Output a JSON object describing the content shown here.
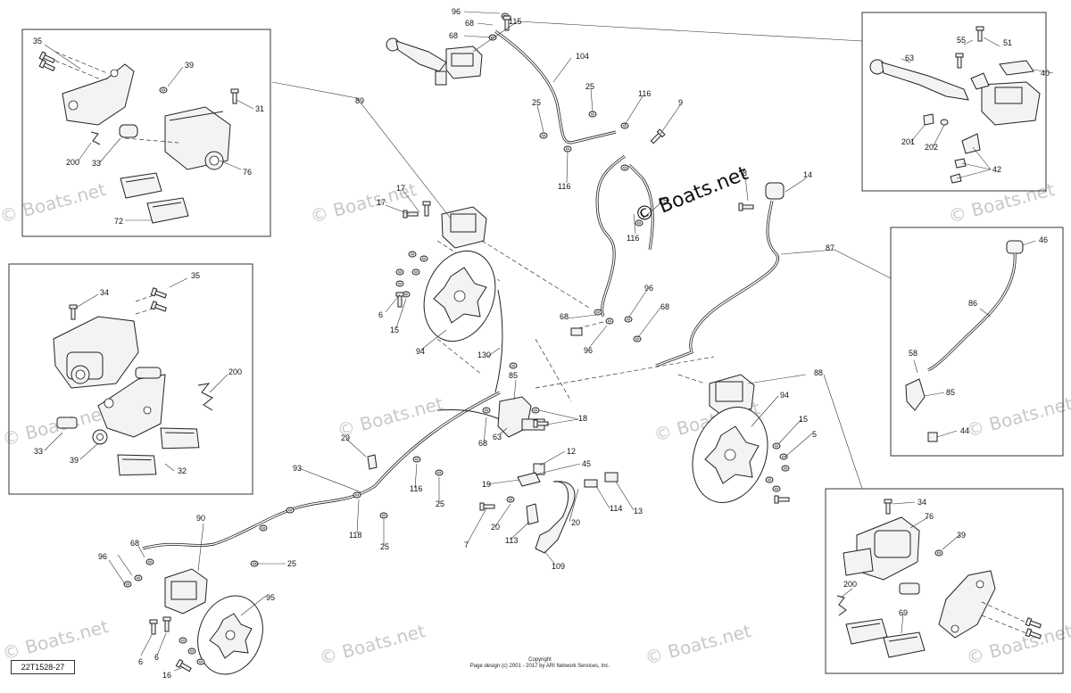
{
  "diagram": {
    "code": "22T1528-27",
    "copyright_line1": "Copyright",
    "copyright_line2": "Page design (c) 2001 - 2017 by ARI Network Services, Inc.",
    "watermark": "© Boats.net",
    "callouts": {
      "c96a": "96",
      "c68a": "68",
      "c68b": "68",
      "c115": "115",
      "c104": "104",
      "c25a": "25",
      "c25b": "25",
      "c116a": "116",
      "c116b": "116",
      "c9": "9",
      "c25c": "25",
      "c116c": "116",
      "c8": "8",
      "c14": "14",
      "c87": "87",
      "c96b": "96",
      "c68c": "68",
      "c68d": "68",
      "c96c": "96",
      "c89": "89",
      "c17a": "17",
      "c17b": "17",
      "c6a": "6",
      "c15a": "15",
      "c94a": "94",
      "c130": "130",
      "c85a": "85",
      "c18": "18",
      "c68e": "68",
      "c63a": "63",
      "c29": "29",
      "c93": "93",
      "c116d": "116",
      "c25d": "25",
      "c12": "12",
      "c45": "45",
      "c19": "19",
      "c20a": "20",
      "c20b": "20",
      "c114": "114",
      "c13": "13",
      "c7": "7",
      "c113": "113",
      "c109": "109",
      "c118": "118",
      "c25e": "25",
      "c90": "90",
      "c68f": "68",
      "c96d": "96",
      "c25f": "25",
      "c95": "95",
      "c6b": "6",
      "c6c": "6",
      "c16": "16",
      "c88": "88",
      "c94b": "94",
      "c15b": "15",
      "c5": "5",
      "b1_35": "35",
      "b1_39": "39",
      "b1_31": "31",
      "b1_200": "200",
      "b1_33": "33",
      "b1_76": "76",
      "b1_72": "72",
      "b2_35": "35",
      "b2_34": "34",
      "b2_200": "200",
      "b2_33": "33",
      "b2_39": "39",
      "b2_32": "32",
      "b3_55": "55",
      "b3_51": "51",
      "b3_63": "63",
      "b3_40": "40",
      "b3_201": "201",
      "b3_202": "202",
      "b3_42": "42",
      "b4_46": "46",
      "b4_86": "86",
      "b4_58": "58",
      "b4_85": "85",
      "b4_44": "44",
      "b5_34": "34",
      "b5_76": "76",
      "b5_39": "39",
      "b5_200": "200",
      "b5_69": "69"
    }
  }
}
